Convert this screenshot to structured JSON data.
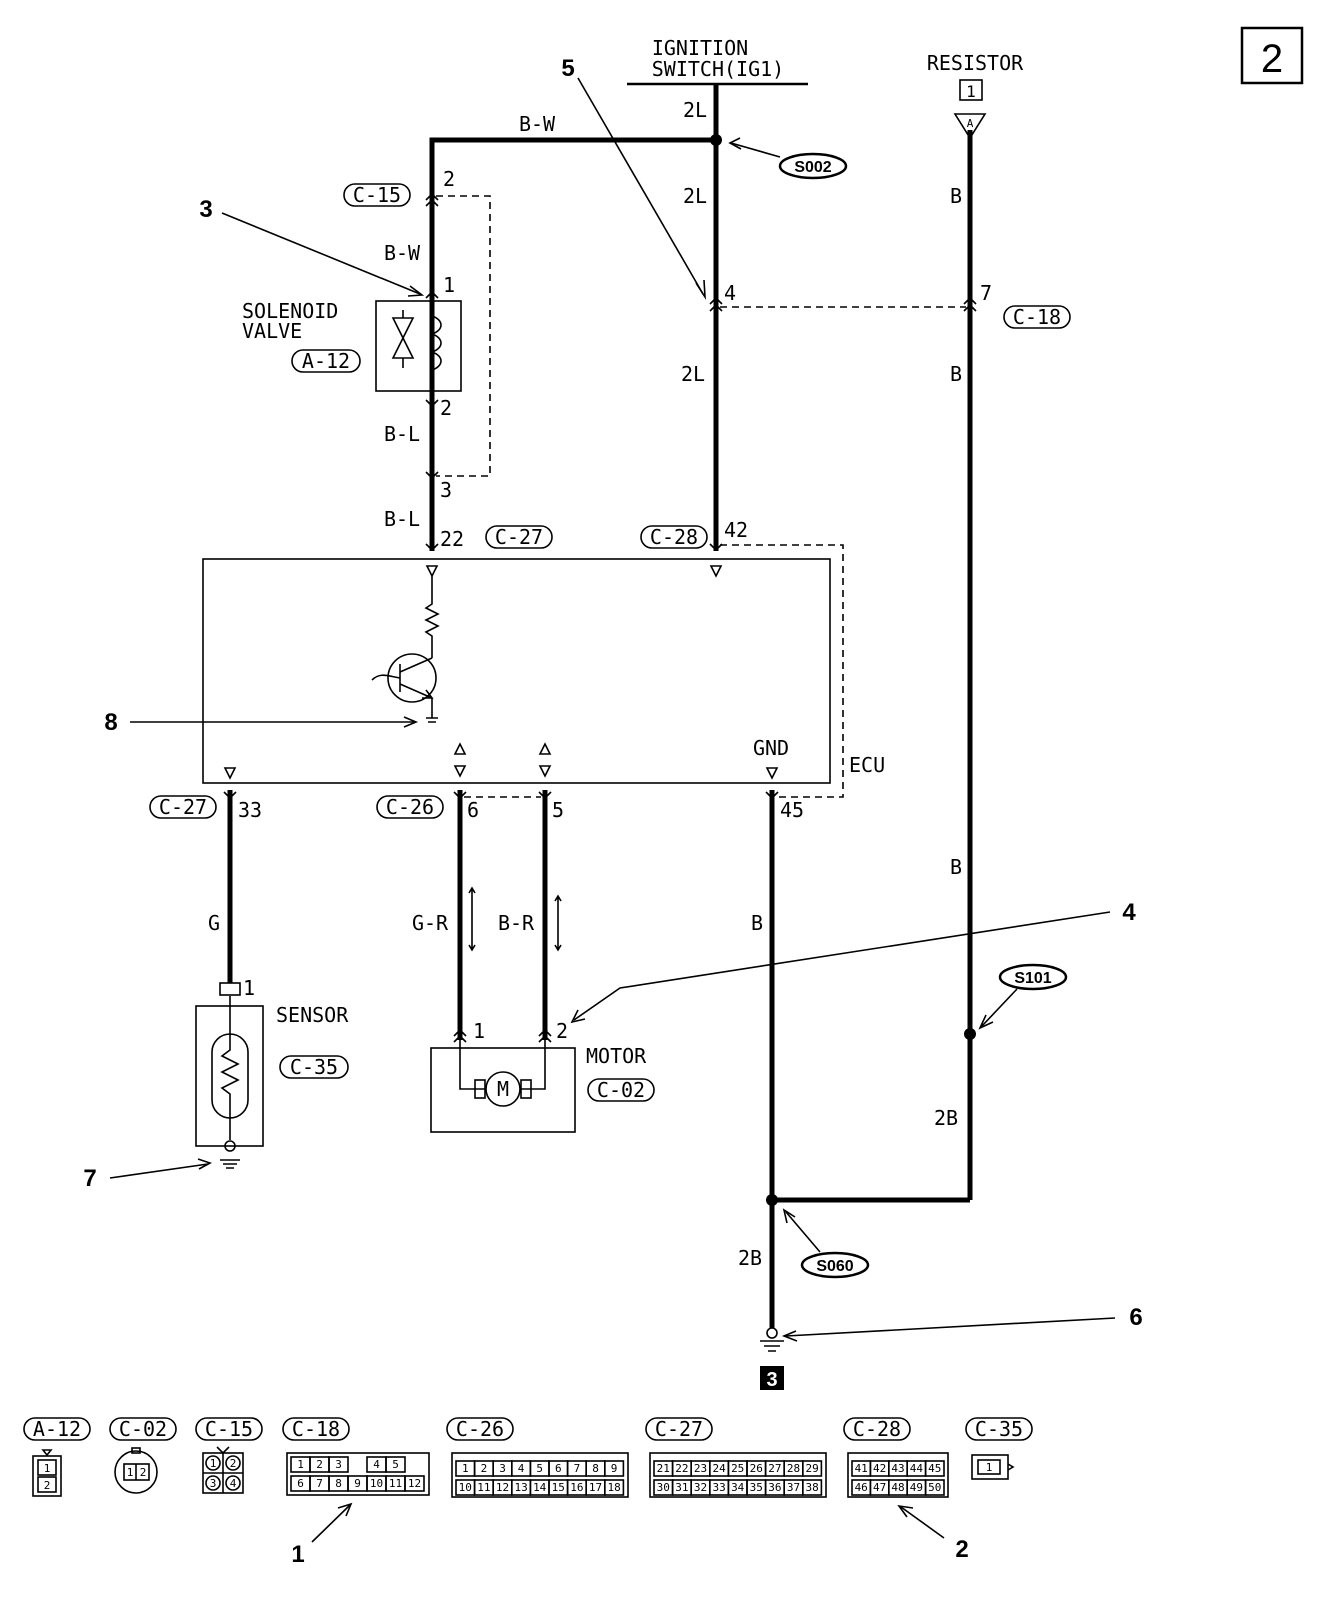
{
  "page_marker": "2",
  "ground_marker": "3",
  "ignition": {
    "line1": "IGNITION",
    "line2": "SWITCH(IG1)"
  },
  "resistor": {
    "label": "RESISTOR",
    "pin": "1",
    "conn": "A"
  },
  "wires": {
    "bw_top": "B-W",
    "bw_left": "B-W",
    "l2_a": "2L",
    "l2_b": "2L",
    "l2_c": "2L",
    "bl_a": "B-L",
    "bl_b": "B-L",
    "b_r1": "B",
    "b_r2": "B",
    "b_r3": "B",
    "g": "G",
    "gr": "G-R",
    "br": "B-R",
    "b_gnd": "B",
    "b2_a": "2B",
    "b2_b": "2B"
  },
  "pins": {
    "c15_2": "2",
    "sol_1": "1",
    "sol_2": "2",
    "c15_3": "3",
    "c27_22": "22",
    "c28_42": "42",
    "c18_4": "4",
    "c18_7": "7",
    "c27_33": "33",
    "c26_6": "6",
    "c26_5": "5",
    "c28_45": "45",
    "sens_1": "1",
    "mot_1": "1",
    "mot_2": "2"
  },
  "connectors": {
    "c15": "C-15",
    "c18": "C-18",
    "a12": "A-12",
    "c27a": "C-27",
    "c28a": "C-28",
    "c27b": "C-27",
    "c26": "C-26",
    "c35": "C-35",
    "c02": "C-02"
  },
  "splices": {
    "s002": "S002",
    "s101": "S101",
    "s060": "S060"
  },
  "components": {
    "solenoid_1": "SOLENOID",
    "solenoid_2": "VALVE",
    "ecu": "ECU",
    "gnd": "GND",
    "sensor": "SENSOR",
    "motor": "MOTOR",
    "motor_symbol": "M"
  },
  "callouts": [
    "1",
    "2",
    "3",
    "4",
    "5",
    "6",
    "7",
    "8"
  ],
  "legend": {
    "headers": [
      "A-12",
      "C-02",
      "C-15",
      "C-18",
      "C-26",
      "C-27",
      "C-28",
      "C-35"
    ],
    "a12": [
      "1",
      "2"
    ],
    "c02": [
      "1",
      "2"
    ],
    "c15": [
      "1",
      "2",
      "3",
      "4"
    ],
    "c18": {
      "row1": [
        "1",
        "2",
        "3",
        "",
        "4",
        "5"
      ],
      "row2": [
        "6",
        "7",
        "8",
        "9",
        "10",
        "11",
        "12"
      ]
    },
    "c26": {
      "row1": [
        "1",
        "2",
        "3",
        "4",
        "5",
        "6",
        "7",
        "8",
        "9"
      ],
      "row2": [
        "10",
        "11",
        "12",
        "13",
        "14",
        "15",
        "16",
        "17",
        "18"
      ]
    },
    "c27": {
      "row1": [
        "21",
        "22",
        "23",
        "24",
        "25",
        "26",
        "27",
        "28",
        "29"
      ],
      "row2": [
        "30",
        "31",
        "32",
        "33",
        "34",
        "35",
        "36",
        "37",
        "38"
      ]
    },
    "c28": {
      "row1": [
        "41",
        "42",
        "43",
        "44",
        "45"
      ],
      "row2": [
        "46",
        "47",
        "48",
        "49",
        "50"
      ]
    },
    "c35": [
      "1"
    ]
  }
}
